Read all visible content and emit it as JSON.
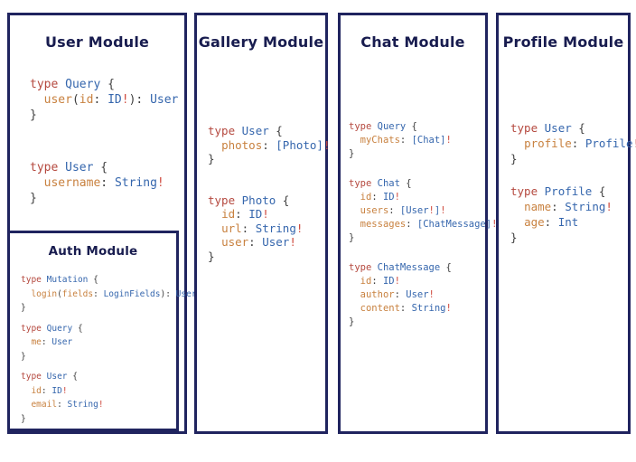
{
  "colors": {
    "border": "#20245f",
    "heading": "#181c4f",
    "keyword_red": "#b5493f",
    "type_blue": "#3566ad",
    "field_orange": "#c8813f",
    "punctuation_gray": "#3f3f3f",
    "bang_red": "#cf4a3e",
    "background": "#ffffff"
  },
  "panels": [
    {
      "title": "User Module",
      "code": [
        [
          [
            [
              "kw",
              "type"
            ],
            [
              "pn",
              " "
            ],
            [
              "ty",
              "Query"
            ],
            [
              "pn",
              " {"
            ]
          ],
          [
            [
              "pn",
              "  "
            ],
            [
              "fd",
              "user"
            ],
            [
              "pn",
              "("
            ],
            [
              "fd",
              "id"
            ],
            [
              "pn",
              ": "
            ],
            [
              "ty",
              "ID"
            ],
            [
              "bg",
              "!"
            ],
            [
              "pn",
              "): "
            ],
            [
              "ty",
              "User"
            ]
          ],
          [
            [
              "pn",
              "}"
            ]
          ]
        ],
        [
          [
            [
              "kw",
              "type"
            ],
            [
              "pn",
              " "
            ],
            [
              "ty",
              "User"
            ],
            [
              "pn",
              " {"
            ]
          ],
          [
            [
              "pn",
              "  "
            ],
            [
              "fd",
              "username"
            ],
            [
              "pn",
              ": "
            ],
            [
              "ty",
              "String"
            ],
            [
              "bg",
              "!"
            ]
          ],
          [
            [
              "pn",
              "}"
            ]
          ]
        ]
      ],
      "nested": {
        "title": "Auth Module",
        "code": [
          [
            [
              [
                "kw",
                "type"
              ],
              [
                "pn",
                " "
              ],
              [
                "ty",
                "Mutation"
              ],
              [
                "pn",
                " {"
              ]
            ],
            [
              [
                "pn",
                "  "
              ],
              [
                "fd",
                "login"
              ],
              [
                "pn",
                "("
              ],
              [
                "fd",
                "fields"
              ],
              [
                "pn",
                ": "
              ],
              [
                "ty",
                "LoginFields"
              ],
              [
                "pn",
                "): "
              ],
              [
                "ty",
                "User"
              ]
            ],
            [
              [
                "pn",
                "}"
              ]
            ]
          ],
          [
            [
              [
                "kw",
                "type"
              ],
              [
                "pn",
                " "
              ],
              [
                "ty",
                "Query"
              ],
              [
                "pn",
                " {"
              ]
            ],
            [
              [
                "pn",
                "  "
              ],
              [
                "fd",
                "me"
              ],
              [
                "pn",
                ": "
              ],
              [
                "ty",
                "User"
              ]
            ],
            [
              [
                "pn",
                "}"
              ]
            ]
          ],
          [
            [
              [
                "kw",
                "type"
              ],
              [
                "pn",
                " "
              ],
              [
                "ty",
                "User"
              ],
              [
                "pn",
                " {"
              ]
            ],
            [
              [
                "pn",
                "  "
              ],
              [
                "fd",
                "id"
              ],
              [
                "pn",
                ": "
              ],
              [
                "ty",
                "ID"
              ],
              [
                "bg",
                "!"
              ]
            ],
            [
              [
                "pn",
                "  "
              ],
              [
                "fd",
                "email"
              ],
              [
                "pn",
                ": "
              ],
              [
                "ty",
                "String"
              ],
              [
                "bg",
                "!"
              ]
            ],
            [
              [
                "pn",
                "}"
              ]
            ]
          ]
        ]
      }
    },
    {
      "title": "Gallery Module",
      "code": [
        [
          [
            [
              "kw",
              "type"
            ],
            [
              "pn",
              " "
            ],
            [
              "ty",
              "User"
            ],
            [
              "pn",
              " {"
            ]
          ],
          [
            [
              "pn",
              "  "
            ],
            [
              "fd",
              "photos"
            ],
            [
              "pn",
              ": "
            ],
            [
              "ty",
              "[Photo]"
            ],
            [
              "bg",
              "!"
            ]
          ],
          [
            [
              "pn",
              "}"
            ]
          ]
        ],
        [
          [
            [
              "kw",
              "type"
            ],
            [
              "pn",
              " "
            ],
            [
              "ty",
              "Photo"
            ],
            [
              "pn",
              " {"
            ]
          ],
          [
            [
              "pn",
              "  "
            ],
            [
              "fd",
              "id"
            ],
            [
              "pn",
              ": "
            ],
            [
              "ty",
              "ID"
            ],
            [
              "bg",
              "!"
            ]
          ],
          [
            [
              "pn",
              "  "
            ],
            [
              "fd",
              "url"
            ],
            [
              "pn",
              ": "
            ],
            [
              "ty",
              "String"
            ],
            [
              "bg",
              "!"
            ]
          ],
          [
            [
              "pn",
              "  "
            ],
            [
              "fd",
              "user"
            ],
            [
              "pn",
              ": "
            ],
            [
              "ty",
              "User"
            ],
            [
              "bg",
              "!"
            ]
          ],
          [
            [
              "pn",
              "}"
            ]
          ]
        ]
      ]
    },
    {
      "title": "Chat Module",
      "code": [
        [
          [
            [
              "kw",
              "type"
            ],
            [
              "pn",
              " "
            ],
            [
              "ty",
              "Query"
            ],
            [
              "pn",
              " {"
            ]
          ],
          [
            [
              "pn",
              "  "
            ],
            [
              "fd",
              "myChats"
            ],
            [
              "pn",
              ": "
            ],
            [
              "ty",
              "[Chat]"
            ],
            [
              "bg",
              "!"
            ]
          ],
          [
            [
              "pn",
              "}"
            ]
          ]
        ],
        [
          [
            [
              "kw",
              "type"
            ],
            [
              "pn",
              " "
            ],
            [
              "ty",
              "Chat"
            ],
            [
              "pn",
              " {"
            ]
          ],
          [
            [
              "pn",
              "  "
            ],
            [
              "fd",
              "id"
            ],
            [
              "pn",
              ": "
            ],
            [
              "ty",
              "ID"
            ],
            [
              "bg",
              "!"
            ]
          ],
          [
            [
              "pn",
              "  "
            ],
            [
              "fd",
              "users"
            ],
            [
              "pn",
              ": "
            ],
            [
              "ty",
              "[User"
            ],
            [
              "bg",
              "!"
            ],
            [
              "ty",
              "]"
            ],
            [
              "bg",
              "!"
            ]
          ],
          [
            [
              "pn",
              "  "
            ],
            [
              "fd",
              "messages"
            ],
            [
              "pn",
              ": "
            ],
            [
              "ty",
              "[ChatMessage]"
            ],
            [
              "bg",
              "!"
            ]
          ],
          [
            [
              "pn",
              "}"
            ]
          ]
        ],
        [
          [
            [
              "kw",
              "type"
            ],
            [
              "pn",
              " "
            ],
            [
              "ty",
              "ChatMessage"
            ],
            [
              "pn",
              " {"
            ]
          ],
          [
            [
              "pn",
              "  "
            ],
            [
              "fd",
              "id"
            ],
            [
              "pn",
              ": "
            ],
            [
              "ty",
              "ID"
            ],
            [
              "bg",
              "!"
            ]
          ],
          [
            [
              "pn",
              "  "
            ],
            [
              "fd",
              "author"
            ],
            [
              "pn",
              ": "
            ],
            [
              "ty",
              "User"
            ],
            [
              "bg",
              "!"
            ]
          ],
          [
            [
              "pn",
              "  "
            ],
            [
              "fd",
              "content"
            ],
            [
              "pn",
              ": "
            ],
            [
              "ty",
              "String"
            ],
            [
              "bg",
              "!"
            ]
          ],
          [
            [
              "pn",
              "}"
            ]
          ]
        ]
      ]
    },
    {
      "title": "Profile Module",
      "code": [
        [
          [
            [
              "kw",
              "type"
            ],
            [
              "pn",
              " "
            ],
            [
              "ty",
              "User"
            ],
            [
              "pn",
              " {"
            ]
          ],
          [
            [
              "pn",
              "  "
            ],
            [
              "fd",
              "profile"
            ],
            [
              "pn",
              ": "
            ],
            [
              "ty",
              "Profile"
            ],
            [
              "bg",
              "!"
            ]
          ],
          [
            [
              "pn",
              "}"
            ]
          ]
        ],
        [
          [
            [
              "kw",
              "type"
            ],
            [
              "pn",
              " "
            ],
            [
              "ty",
              "Profile"
            ],
            [
              "pn",
              " {"
            ]
          ],
          [
            [
              "pn",
              "  "
            ],
            [
              "fd",
              "name"
            ],
            [
              "pn",
              ": "
            ],
            [
              "ty",
              "String"
            ],
            [
              "bg",
              "!"
            ]
          ],
          [
            [
              "pn",
              "  "
            ],
            [
              "fd",
              "age"
            ],
            [
              "pn",
              ": "
            ],
            [
              "ty",
              "Int"
            ]
          ],
          [
            [
              "pn",
              "}"
            ]
          ]
        ]
      ]
    }
  ]
}
